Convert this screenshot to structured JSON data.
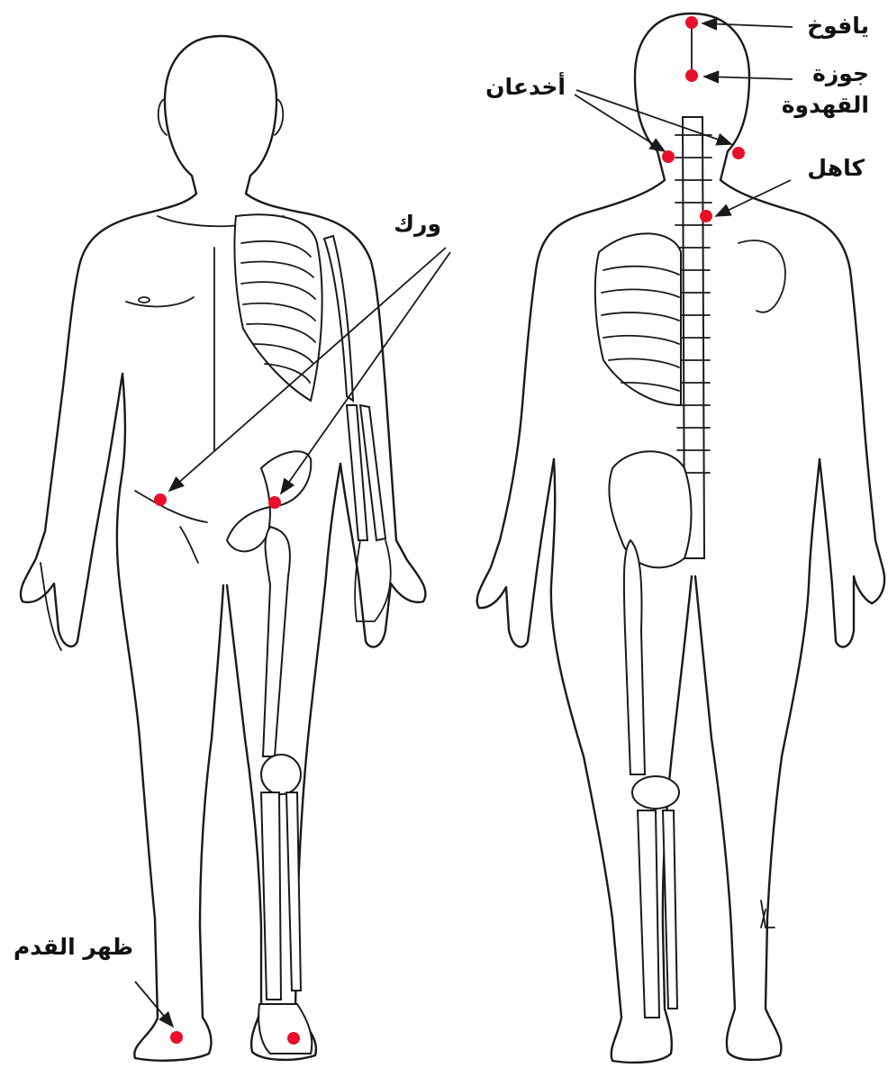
{
  "labels": {
    "wark": "ورك",
    "zahr_alqadam": "ظهر القدم",
    "yafukh": "يافوخ",
    "jawzat_alqahdawa_line1": "جوزة",
    "jawzat_alqahdawa_line2": "القهدوة",
    "akhdaan": "أخدعان",
    "kahil": "كاهل"
  },
  "colors": {
    "point": "#e8102a",
    "line": "#1a1a1a",
    "background": "#ffffff"
  }
}
